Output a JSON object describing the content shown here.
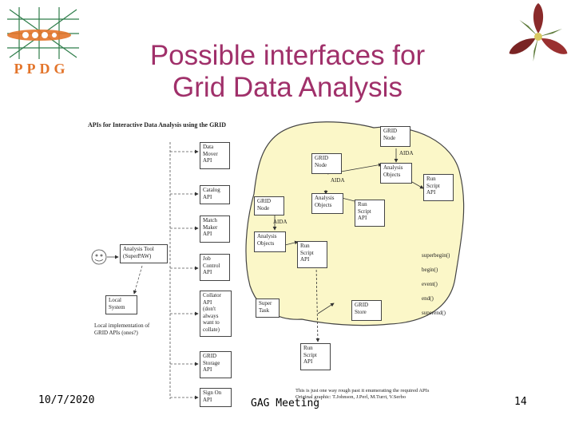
{
  "slide": {
    "title_line1": "Possible interfaces for",
    "title_line2": "Grid Data Analysis",
    "date": "10/7/2020",
    "footer_center": "GAG Meeting",
    "page_number": "14"
  },
  "logo": {
    "text": "PPDG"
  },
  "colors": {
    "title": "#a0306a",
    "grid_cloud": "#fbf7c8",
    "logo_orange": "#e3742a",
    "logo_green": "#2e7d4a"
  },
  "diagram": {
    "title": "APIs for Interactive Data Analysis using the GRID",
    "apis": [
      "Data\nMover\nAPI",
      "Catalog\nAPI",
      "Match\nMaker\nAPI",
      "Job\nControl\nAPI",
      "Collator\nAPI\n(don't\nalways\nwant to\ncollate)",
      "GRID\nStorage\nAPI",
      "Sign On\nAPI"
    ],
    "analysis_tool": "Analysis Tool\n(SuperPAW)",
    "local_system": "Local\nSystem",
    "local_impl": "Local implementation of\nGRID APIs (ones?)",
    "grid_node_top": "GRID\nNode",
    "aida_labels": [
      "AIDA",
      "AIDA",
      "AIDA"
    ],
    "grid_node_mid": "GRID\nNode",
    "analysis_objects_right": "Analysis\nObjects",
    "run_script_right": "Run\nScript\nAPI",
    "analysis_objects_mid": "Analysis\nObjects",
    "run_script_mid": "Run\nScript\nAPI",
    "grid_node_left": "GRID\nNode",
    "analysis_objects_left": "Analysis\nObjects",
    "run_script_left": "Run\nScript\nAPI",
    "super_task": "Super\nTask",
    "grid_store": "GRID\nStore",
    "run_script_bottom": "Run\nScript\nAPI",
    "methods": [
      "superbegin()",
      "begin()",
      "event()",
      "end()",
      "superend()"
    ],
    "note": "This is just one way rough past it enumerating the required APIs\nOriginal graphic: T.Johnson, J.Perl, M.Turri, V.Serbo"
  }
}
